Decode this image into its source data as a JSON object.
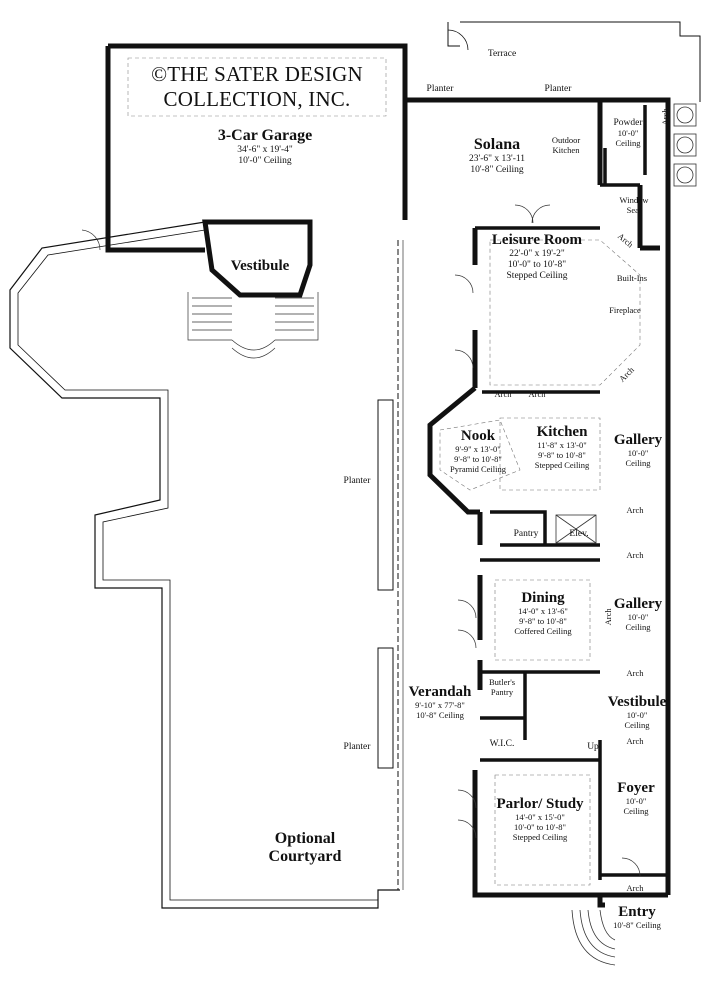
{
  "copyright": {
    "line1": "©THE SATER DESIGN",
    "line2": "COLLECTION, INC."
  },
  "rooms": {
    "garage": {
      "name": "3-Car Garage",
      "size": "34'-6\" x 19'-4\"",
      "ceiling": "10'-0\" Ceiling"
    },
    "vestibule_garage": {
      "name": "Vestibule"
    },
    "solana": {
      "name": "Solana",
      "size": "23'-6\" x 13'-11",
      "ceiling": "10'-8\" Ceiling"
    },
    "outdoor_kitchen": {
      "line1": "Outdoor",
      "line2": "Kitchen"
    },
    "powder": {
      "name": "Powder",
      "line2": "10'-0\"",
      "line3": "Ceiling"
    },
    "window_seat": {
      "line1": "Window",
      "line2": "Seat"
    },
    "leisure": {
      "name": "Leisure Room",
      "size": "22'-0\" x 19'-2\"",
      "ceiling1": "10'-0\" to 10'-8\"",
      "ceiling2": "Stepped Ceiling"
    },
    "builtins": "Built-Ins",
    "fireplace": "Fireplace",
    "nook": {
      "name": "Nook",
      "size": "9'-9\" x 13'-0\"",
      "ceiling1": "9'-8\" to 10'-8\"",
      "ceiling2": "Pyramid Ceiling"
    },
    "kitchen": {
      "name": "Kitchen",
      "size": "11'-8\" x 13'-0\"",
      "ceiling1": "9'-8\" to 10'-8\"",
      "ceiling2": "Stepped Ceiling"
    },
    "gallery1": {
      "name": "Gallery",
      "line2": "10'-0\"",
      "line3": "Ceiling"
    },
    "gallery2": {
      "name": "Gallery",
      "line2": "10'-0\"",
      "line3": "Ceiling"
    },
    "pantry": "Pantry",
    "elev": "Elev.",
    "dining": {
      "name": "Dining",
      "size": "14'-0\" x 13'-6\"",
      "ceiling1": "9'-8\" to 10'-8\"",
      "ceiling2": "Coffered Ceiling"
    },
    "butlers": {
      "line1": "Butler's",
      "line2": "Pantry"
    },
    "vestibule_main": {
      "name": "Vestibule",
      "line2": "10'-0\"",
      "line3": "Ceiling"
    },
    "wic": "W.I.C.",
    "up": "Up",
    "parlor": {
      "name": "Parlor/ Study",
      "size": "14'-0\" x 15'-0\"",
      "ceiling1": "10'-0\" to 10'-8\"",
      "ceiling2": "Stepped Ceiling"
    },
    "foyer": {
      "name": "Foyer",
      "line2": "10'-0\"",
      "line3": "Ceiling"
    },
    "entry": {
      "name": "Entry",
      "ceiling": "10'-8\" Ceiling"
    },
    "verandah": {
      "name": "Verandah",
      "size": "9'-10\" x 77'-8\"",
      "ceiling": "10'-8\" Ceiling"
    },
    "courtyard": {
      "line1": "Optional",
      "line2": "Courtyard"
    }
  },
  "labels": {
    "terrace": "Terrace",
    "planter": "Planter",
    "arch": "Arch"
  }
}
